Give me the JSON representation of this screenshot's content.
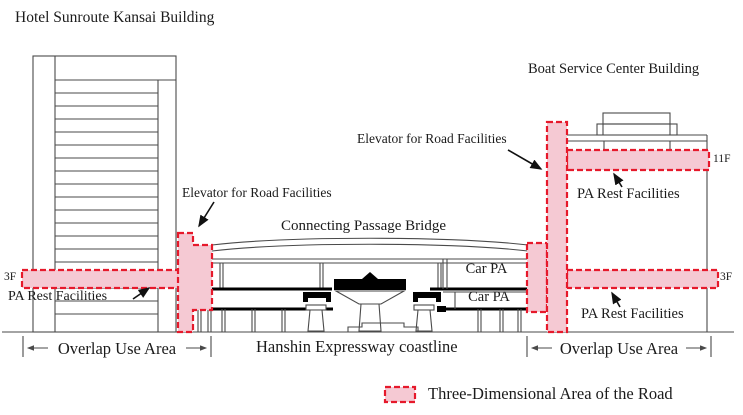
{
  "diagram": {
    "title_left": "Hotel Sunroute Kansai Building",
    "title_right": "Boat Service Center Building",
    "elevator_left_label": "Elevator for Road Facilities",
    "elevator_right_label": "Elevator for Road Facilities",
    "bridge_label": "Connecting Passage Bridge",
    "car_pa_upper": "Car PA",
    "car_pa_lower": "Car PA",
    "pa_rest_left": "PA Rest Facilities",
    "pa_rest_right_upper": "PA Rest Facilities",
    "pa_rest_right_lower": "PA Rest Facilities",
    "floor_3f_left": "3F",
    "floor_3f_right": "3F",
    "floor_11f": "11F",
    "overlap_left": "Overlap Use Area",
    "overlap_right": "Overlap Use Area",
    "expressway_label": "Hanshin Expressway coastline",
    "legend_label": "Three-Dimensional Area of the Road"
  },
  "colors": {
    "area_fill": "#f5c9d3",
    "area_border": "#e6192b",
    "line": "#4a4a4a",
    "girder": "#000000",
    "text": "#1b1b1b",
    "background": "#ffffff"
  }
}
